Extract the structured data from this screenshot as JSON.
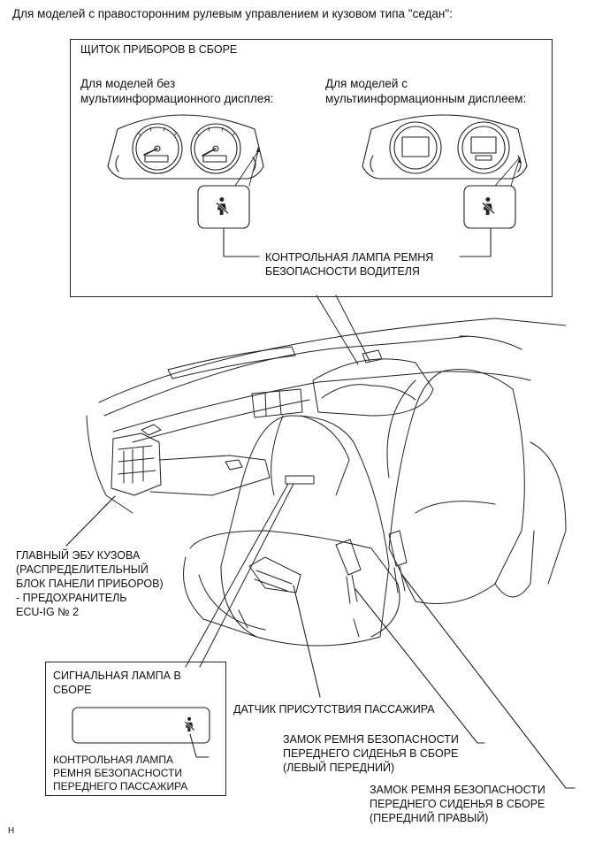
{
  "heading": "Для моделей с правосторонним рулевым управлением и кузовом типа \"седан\":",
  "cluster_box": {
    "title": "ЩИТОК ПРИБОРОВ В СБОРЕ",
    "left_caption": "Для моделей без\nмультиинформационного дисплея:",
    "right_caption": "Для моделей с\nмультиинформационным дисплеем:",
    "driver_lamp": "КОНТРОЛЬНАЯ ЛАМПА РЕМНЯ\nБЕЗОПАСНОСТИ ВОДИТЕЛЯ"
  },
  "labels": {
    "body_ecu": "ГЛАВНЫЙ ЭБУ КУЗОВА\n(РАСПРЕДЕЛИТЕЛЬНЫЙ\nБЛОК ПАНЕЛИ ПРИБОРОВ)\n- ПРЕДОХРАНИТЕЛЬ\nECU-IG № 2",
    "occupant_sensor": "ДАТЧИК ПРИСУТСТВИЯ ПАССАЖИРА",
    "buckle_left": "ЗАМОК РЕМНЯ БЕЗОПАСНОСТИ\nПЕРЕДНЕГО СИДЕНЬЯ В СБОРЕ\n(ЛЕВЫЙ ПЕРЕДНИЙ)",
    "buckle_right": "ЗАМОК РЕМНЯ БЕЗОПАСНОСТИ\nПЕРЕДНЕГО СИДЕНЬЯ В СБОРЕ\n(ПЕРЕДНИЙ ПРАВЫЙ)"
  },
  "signal_box": {
    "title": "СИГНАЛЬНАЯ ЛАМПА В\nСБОРЕ",
    "passenger_lamp": "КОНТРОЛЬНАЯ ЛАМПА\nРЕМНЯ БЕЗОПАСНОСТИ\nПЕРЕДНЕГО ПАССАЖИРА"
  },
  "corner_code": "H",
  "icons": {
    "seatbelt": "seatbelt-warning-icon",
    "gauge_cluster": "gauge-cluster-icon",
    "dashboard": "dashboard-illustration"
  }
}
